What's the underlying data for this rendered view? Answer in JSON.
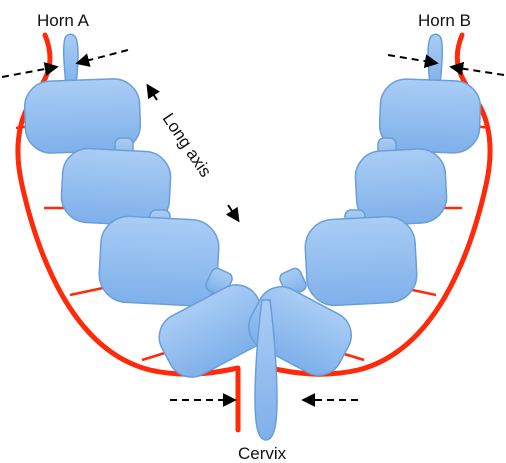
{
  "labels": {
    "horn_a": "Horn A",
    "horn_b": "Horn B",
    "long_axis": "Long axis",
    "cervix": "Cervix"
  },
  "colors": {
    "uterine_wall": "#ff2a0a",
    "lumen_fill": "#8ebbef",
    "lumen_stroke": "#6a9ed8",
    "arrow": "#000000"
  }
}
